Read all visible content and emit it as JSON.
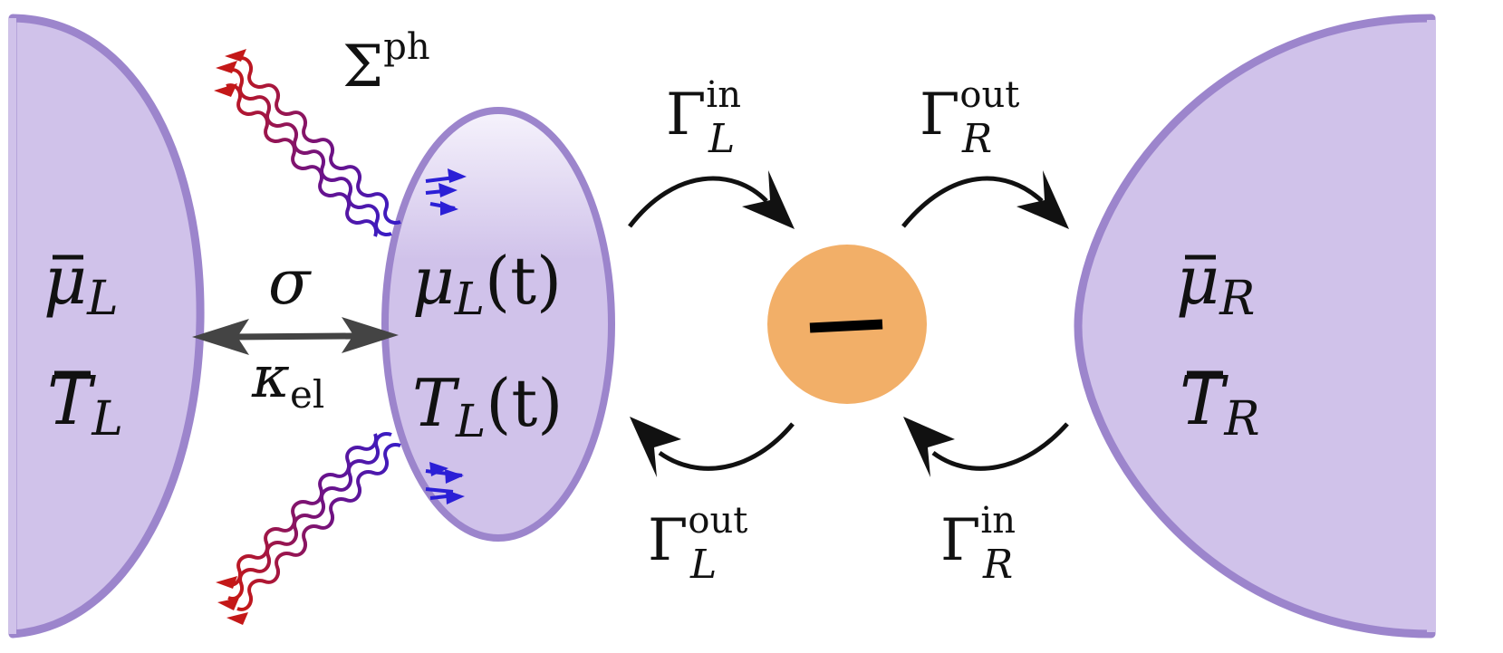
{
  "colors": {
    "reservoir_fill": "#d0c2ea",
    "reservoir_stroke": "#9c85cc",
    "dot_fill": "#f2af68",
    "arrow": "#111111",
    "double_arrow": "#444444",
    "photon_hot": "#c41818",
    "photon_mid": "#6a128a",
    "photon_cold": "#2b1fd6"
  },
  "left_bath": {
    "mu_symbol": "μ",
    "mu_sub": "L",
    "t_symbol": "T",
    "t_sub": "L"
  },
  "right_bath": {
    "mu_symbol": "μ",
    "mu_sub": "R",
    "t_symbol": "T",
    "t_sub": "R"
  },
  "finite_reservoir": {
    "mu_symbol": "μ",
    "mu_sub": "L",
    "mu_arg": "(t)",
    "t_symbol": "T",
    "t_sub": "L",
    "t_arg": "(t)"
  },
  "coupling": {
    "sigma": "σ",
    "kappa": "κ",
    "kappa_sub": "el"
  },
  "phonon": {
    "symbol": "Σ",
    "sup": "ph"
  },
  "dot": {
    "charge_icon": "minus-sign"
  },
  "rates": {
    "gamma_L_in": {
      "symbol": "Γ",
      "sup": "in",
      "sub": "L"
    },
    "gamma_R_out": {
      "symbol": "Γ",
      "sup": "out",
      "sub": "R"
    },
    "gamma_L_out": {
      "symbol": "Γ",
      "sup": "out",
      "sub": "L"
    },
    "gamma_R_in": {
      "symbol": "Γ",
      "sup": "in",
      "sub": "R"
    }
  }
}
